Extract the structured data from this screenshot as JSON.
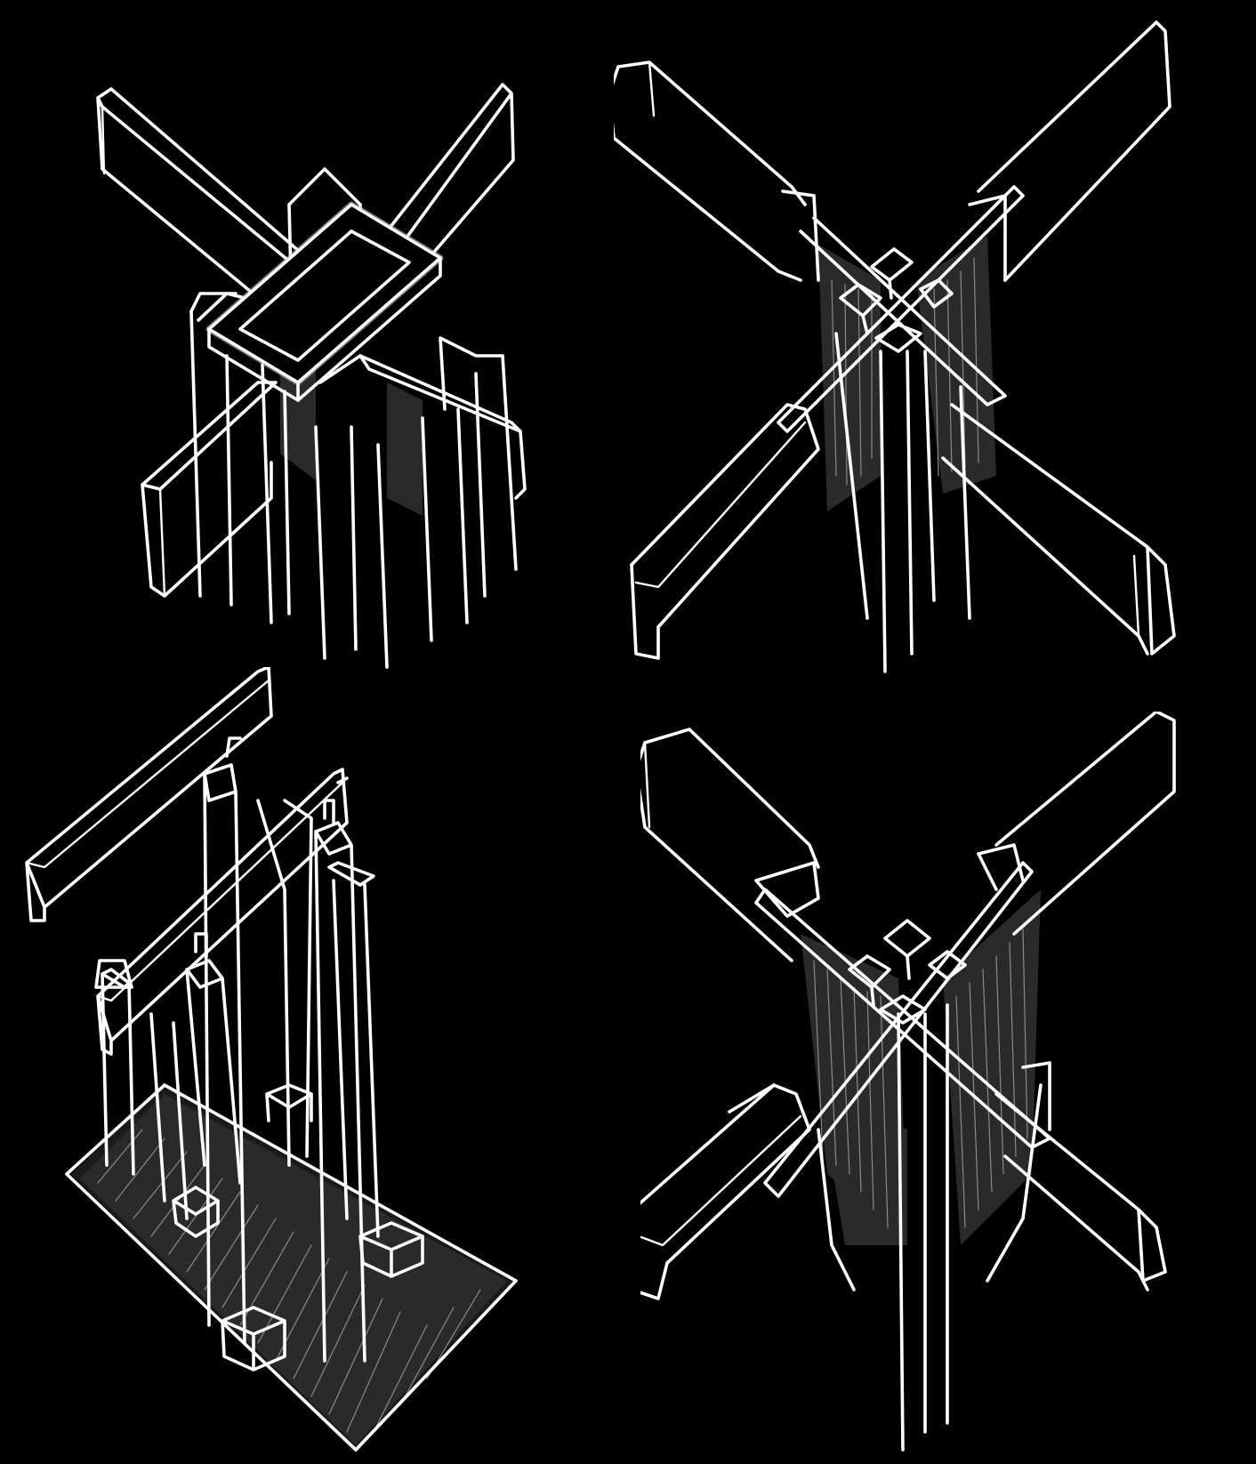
{
  "sheet": {
    "background": "#000000",
    "ink": "#ffffff",
    "shade": "#2a2a2a"
  },
  "sketches": [
    {
      "id": "ring-beam-on-column-cluster",
      "icon": "timber-joint-sketch-icon"
    },
    {
      "id": "crossed-beams-notched-column",
      "icon": "timber-joint-sketch-icon"
    },
    {
      "id": "double-beam-on-posts-over-plinth",
      "icon": "timber-joint-sketch-icon"
    },
    {
      "id": "crossed-beams-slotted-column",
      "icon": "timber-joint-sketch-icon"
    }
  ]
}
